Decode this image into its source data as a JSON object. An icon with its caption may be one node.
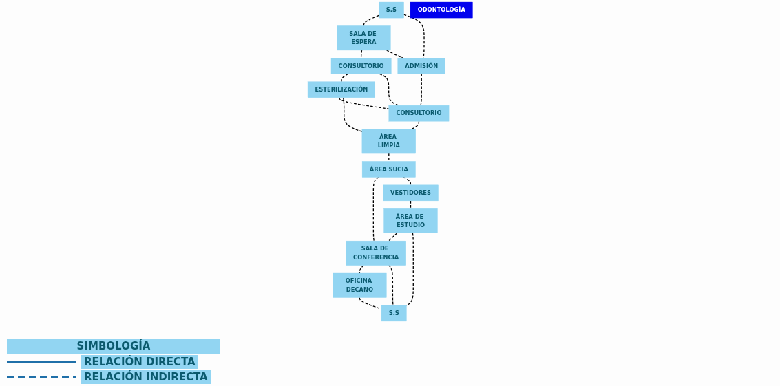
{
  "diagram": {
    "nodes": [
      {
        "text": [
          "SALA DE ESPERA"
        ]
      },
      {
        "text": [
          "S.S"
        ]
      },
      {
        "text": [
          "CONSULTORIO"
        ]
      },
      {
        "text": [
          "ESTERILIZACIÓN"
        ]
      },
      {
        "text": [
          "ADMISIÓN"
        ]
      },
      {
        "text": [
          "CONSULTORIO"
        ]
      },
      {
        "text": [
          "ÁREA LIMPIA"
        ]
      },
      {
        "text": [
          "ÁREA SUCIA"
        ]
      },
      {
        "text": [
          "SALA DE CONFERENCIA"
        ]
      },
      {
        "text": [
          "OFICINA DECANO"
        ]
      },
      {
        "text": [
          "VESTIDORES"
        ]
      },
      {
        "text": [
          "ÁREA DE ESTUDIO"
        ]
      },
      {
        "text": [
          "S.S"
        ]
      },
      {
        "text": [
          "ODONTOLOGÍA"
        ]
      }
    ],
    "edges": [
      {
        "from": 0,
        "to": 2,
        "arrow": "none",
        "style": "dashed"
      },
      {
        "from": 0,
        "to": 4,
        "arrow": "none",
        "style": "dashed"
      },
      {
        "from": 1,
        "to": 0,
        "arrow": "none",
        "style": "dashed"
      },
      {
        "from": 1,
        "to": 4,
        "arrow": "none",
        "style": "dashed"
      },
      {
        "from": 2,
        "to": 3,
        "arrow": "none",
        "style": "dashed"
      },
      {
        "from": 2,
        "to": 5,
        "arrow": "none",
        "style": "dashed"
      },
      {
        "from": 3,
        "to": 5,
        "arrow": "none",
        "style": "dashed"
      },
      {
        "from": 3,
        "to": 6,
        "arrow": "none",
        "style": "dashed"
      },
      {
        "from": 4,
        "to": 5,
        "arrow": "none",
        "style": "dashed"
      },
      {
        "from": 5,
        "to": 6,
        "arrow": "none",
        "style": "dashed"
      },
      {
        "from": 6,
        "to": 7,
        "arrow": "none",
        "style": "dashed"
      },
      {
        "from": 7,
        "to": 8,
        "arrow": "none",
        "style": "dashed"
      },
      {
        "from": 8,
        "to": 9,
        "arrow": "none",
        "style": "dashed"
      },
      {
        "from": 7,
        "to": 10,
        "arrow": "none",
        "style": "dashed"
      },
      {
        "from": 10,
        "to": 11,
        "arrow": "none",
        "style": "dashed"
      },
      {
        "from": 11,
        "to": 8,
        "arrow": "none",
        "style": "dashed"
      },
      {
        "from": 8,
        "to": 12,
        "arrow": "none",
        "style": "dashed"
      },
      {
        "from": 11,
        "to": 12,
        "arrow": "none",
        "style": "dashed"
      },
      {
        "from": 9,
        "to": 12,
        "arrow": "none",
        "style": "dashed"
      }
    ],
    "labels": [
      "SIMBOLOGÍA"
    ],
    "legend": [
      {
        "text": "RELACIÓN DIRECTA"
      },
      {
        "text": "RELACIÓN INDIRECTA"
      }
    ]
  }
}
